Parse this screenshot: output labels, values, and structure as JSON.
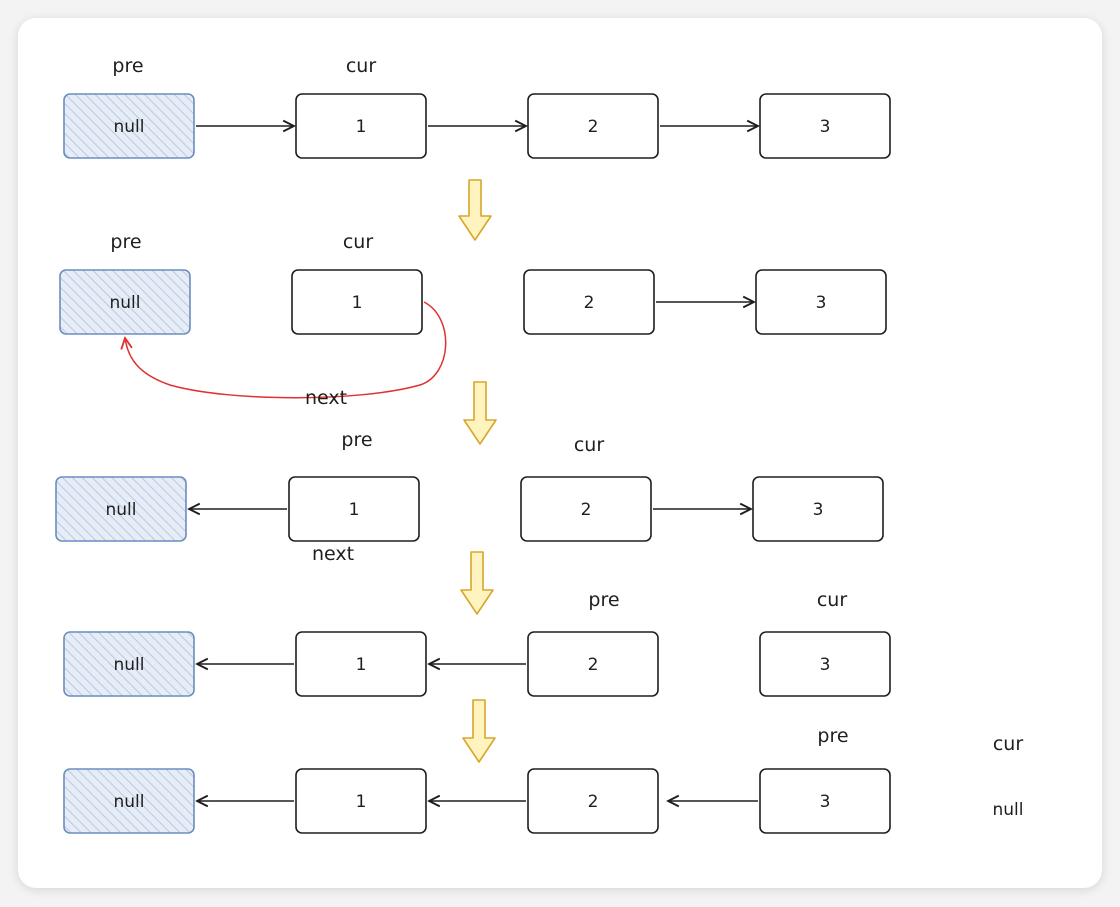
{
  "colors": {
    "null_fill": "#dbe4f0",
    "null_stroke": "#6c8ebf",
    "node_stroke": "#1e1e1e",
    "edge": "#1e1e1e",
    "next_edge": "#e03131",
    "step_arrow_fill": "#fff3bf",
    "step_arrow_stroke": "#d6a72b"
  },
  "rows": [
    {
      "nodes": [
        {
          "value": "null",
          "kind": "null"
        },
        {
          "value": "1",
          "kind": "node"
        },
        {
          "value": "2",
          "kind": "node"
        },
        {
          "value": "3",
          "kind": "node"
        }
      ],
      "labels": [
        {
          "text": "pre",
          "role": "pointer"
        },
        {
          "text": "cur",
          "role": "pointer"
        }
      ]
    },
    {
      "nodes": [
        {
          "value": "null",
          "kind": "null"
        },
        {
          "value": "1",
          "kind": "node"
        },
        {
          "value": "2",
          "kind": "node"
        },
        {
          "value": "3",
          "kind": "node"
        }
      ],
      "labels": [
        {
          "text": "pre",
          "role": "pointer"
        },
        {
          "text": "cur",
          "role": "pointer"
        },
        {
          "text": "next",
          "role": "edge-label"
        }
      ]
    },
    {
      "nodes": [
        {
          "value": "null",
          "kind": "null"
        },
        {
          "value": "1",
          "kind": "node"
        },
        {
          "value": "2",
          "kind": "node"
        },
        {
          "value": "3",
          "kind": "node"
        }
      ],
      "labels": [
        {
          "text": "pre",
          "role": "pointer"
        },
        {
          "text": "cur",
          "role": "pointer"
        },
        {
          "text": "next",
          "role": "edge-label"
        }
      ]
    },
    {
      "nodes": [
        {
          "value": "null",
          "kind": "null"
        },
        {
          "value": "1",
          "kind": "node"
        },
        {
          "value": "2",
          "kind": "node"
        },
        {
          "value": "3",
          "kind": "node"
        }
      ],
      "labels": [
        {
          "text": "pre",
          "role": "pointer"
        },
        {
          "text": "cur",
          "role": "pointer"
        }
      ]
    },
    {
      "nodes": [
        {
          "value": "null",
          "kind": "null"
        },
        {
          "value": "1",
          "kind": "node"
        },
        {
          "value": "2",
          "kind": "node"
        },
        {
          "value": "3",
          "kind": "node"
        }
      ],
      "labels": [
        {
          "text": "pre",
          "role": "pointer"
        },
        {
          "text": "cur",
          "role": "pointer"
        },
        {
          "text": "null",
          "role": "value"
        }
      ]
    }
  ]
}
